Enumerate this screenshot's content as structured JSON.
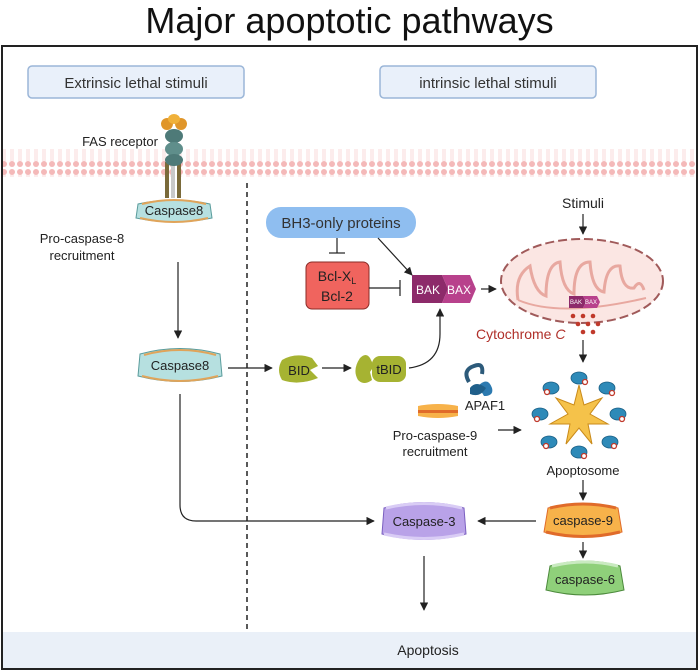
{
  "title": "Major apoptotic pathways",
  "headers": {
    "extrinsic": "Extrinsic lethal stimuli",
    "intrinsic": "intrinsic lethal stimuli"
  },
  "labels": {
    "fas_receptor": "FAS receptor",
    "procaspase8_line1": "Pro-caspase-8",
    "procaspase8_line2": "recruitment",
    "bh3_only": "BH3-only proteins",
    "bclxl": "Bcl-X",
    "bclxl_sub": "L",
    "bcl2": "Bcl-2",
    "bak": "BAK",
    "bax": "BAX",
    "stimuli": "Stimuli",
    "cytochrome": "Cytochrome",
    "cytochrome_c": "C",
    "bid": "BID",
    "tbid": "tBID",
    "apaf1": "APAF1",
    "procaspase9_line1": "Pro-caspase-9",
    "procaspase9_line2": "recruitment",
    "apoptosome": "Apoptosome",
    "apoptosis": "Apoptosis"
  },
  "enzymes": {
    "caspase8_top": "Caspase8",
    "caspase8_mid": "Caspase8",
    "caspase3": "Caspase-3",
    "caspase9": "caspase-9",
    "caspase6": "caspase-6"
  },
  "colors": {
    "membrane": "#f2b6b6",
    "header_fill": "#e9f0fa",
    "header_stroke": "#9bb6d8",
    "bh3_fill": "#8fbef0",
    "bcl_fill": "#f0645e",
    "bak_fill": "#8d2a6a",
    "bax_fill": "#b8418c",
    "caspase8": "#b6e0e0",
    "caspase3": "#b9a2e8",
    "caspase9": "#f7b24a",
    "caspase6": "#8fd07a",
    "bid": "#a6b332",
    "mito_fill": "#fbe6e3",
    "mito_stroke": "#a05a5a",
    "cytochrome_dot": "#c0392b",
    "apoptosis_bar": "#eaf0f8"
  }
}
